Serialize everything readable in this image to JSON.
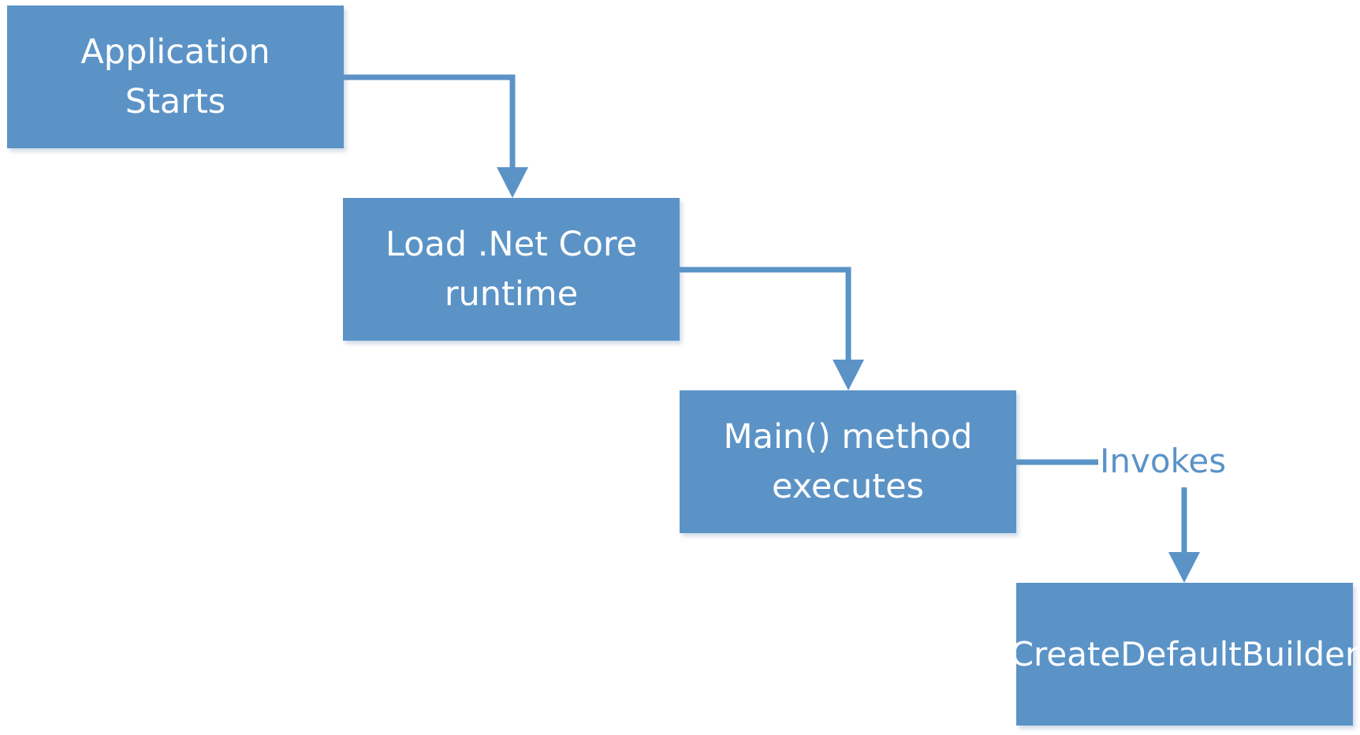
{
  "colors": {
    "box_fill": "#5b93c7",
    "box_text": "#ffffff",
    "connector": "#5b93c7",
    "background": "#ffffff"
  },
  "nodes": [
    {
      "id": "box-1",
      "label": "Application\nStarts"
    },
    {
      "id": "box-2",
      "label": "Load .Net Core\nruntime"
    },
    {
      "id": "box-3",
      "label": "Main() method\nexecutes"
    },
    {
      "id": "box-4",
      "label": "CreateDefaultBuilder"
    }
  ],
  "edges": [
    {
      "from": "box-1",
      "to": "box-2",
      "label": ""
    },
    {
      "from": "box-2",
      "to": "box-3",
      "label": ""
    },
    {
      "from": "box-3",
      "to": "box-4",
      "label": "Invokes"
    }
  ]
}
